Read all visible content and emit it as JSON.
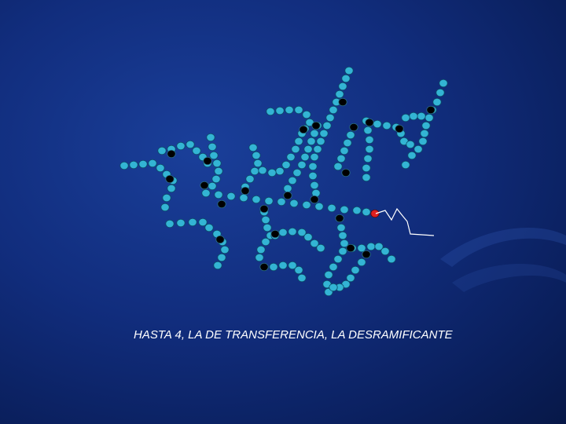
{
  "caption": "HASTA 4, LA DE TRANSFERENCIA, LA DESRAMIFICANTE",
  "colors": {
    "background": "#112d7d",
    "glucose": "#33b4d4",
    "glucose_stroke": "#0b4a66",
    "branch_point": "#000000",
    "reducing_end": "#e02020",
    "tail": "#ffffff"
  },
  "icons": {
    "glucose_unit": "circle",
    "branch_point": "black-circle",
    "reducing_end": "red-circle"
  }
}
